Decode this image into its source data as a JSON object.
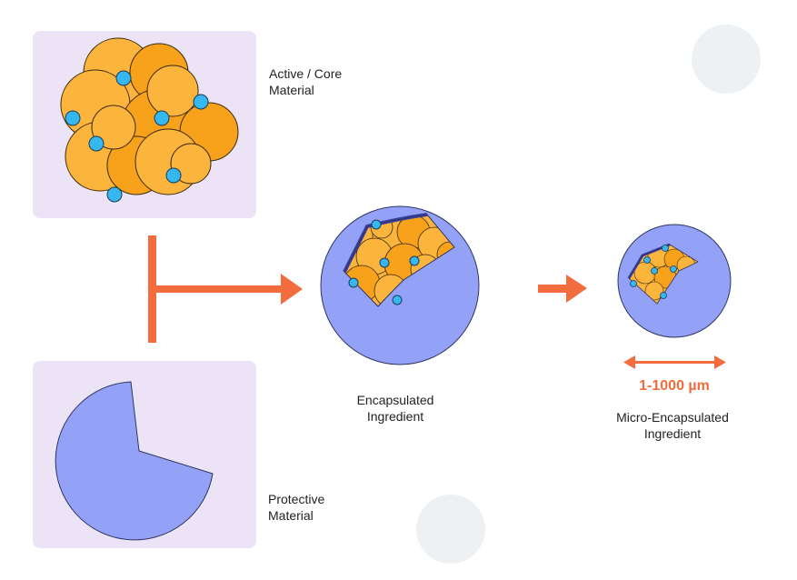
{
  "labels": {
    "core": "Active / Core\nMaterial",
    "protective": "Protective\nMaterial",
    "encapsulated": "Encapsulated\nIngredient",
    "micro_encapsulated": "Micro-Encapsulated\nIngredient",
    "size_range": "1-1000 µm"
  },
  "colors": {
    "panel_bg": "#ece4f6",
    "core_orange": "#fbb43c",
    "core_orange_dark": "#f7a21a",
    "active_dot": "#35b7ef",
    "protective_blue": "#93a2f7",
    "shell_edge": "#3b3fa3",
    "arrow_orange": "#f26c3e",
    "decor_circle": "#eef1f3"
  }
}
